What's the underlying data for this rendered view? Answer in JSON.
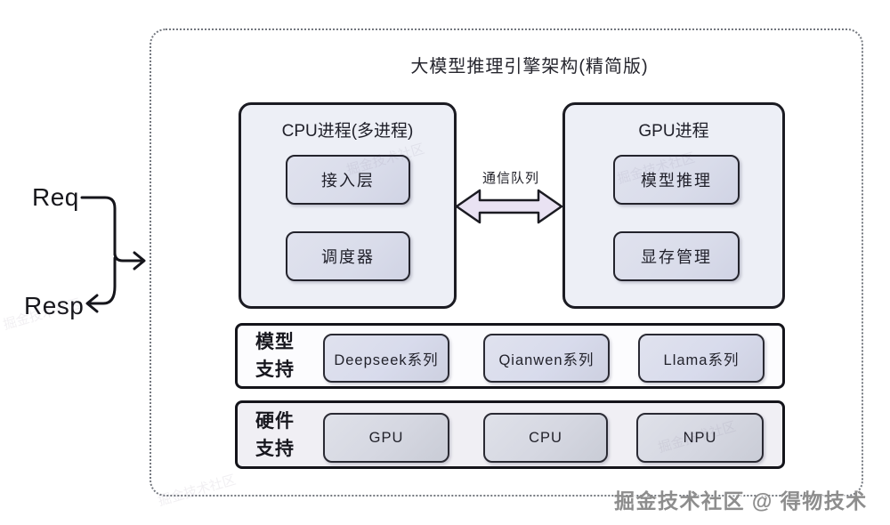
{
  "title": "大模型推理引擎架构(精简版)",
  "flow": {
    "request_label": "Req",
    "response_label": "Resp"
  },
  "cpu_process": {
    "title": "CPU进程(多进程)",
    "components": [
      "接入层",
      "调度器"
    ]
  },
  "gpu_process": {
    "title": "GPU进程",
    "components": [
      "模型推理",
      "显存管理"
    ]
  },
  "comm_queue": {
    "label": "通信队列"
  },
  "model_support": {
    "label_line1": "模型",
    "label_line2": "支持",
    "items": [
      "Deepseek系列",
      "Qianwen系列",
      "Llama系列"
    ]
  },
  "hardware_support": {
    "label_line1": "硬件",
    "label_line2": "支持",
    "items": [
      "GPU",
      "CPU",
      "NPU"
    ]
  },
  "footer_watermark": "掘金技术社区 @ 得物技术",
  "faint_watermark": "掘金技术社区",
  "colors": {
    "page_bg": "#ffffff",
    "frame_dot": "#74787f",
    "ink": "#1b1b22",
    "panel_fill": "#edeff6",
    "component_fill": "#d9dcea",
    "arrow_fill": "#e9e2f3",
    "model_row_fill": "#fcfcfe",
    "model_item_fill": "#d8dbec",
    "hw_row_fill": "#f0eff4",
    "hw_item_fill": "#d5d7e1",
    "watermark_gray": "#8d8d8d"
  }
}
